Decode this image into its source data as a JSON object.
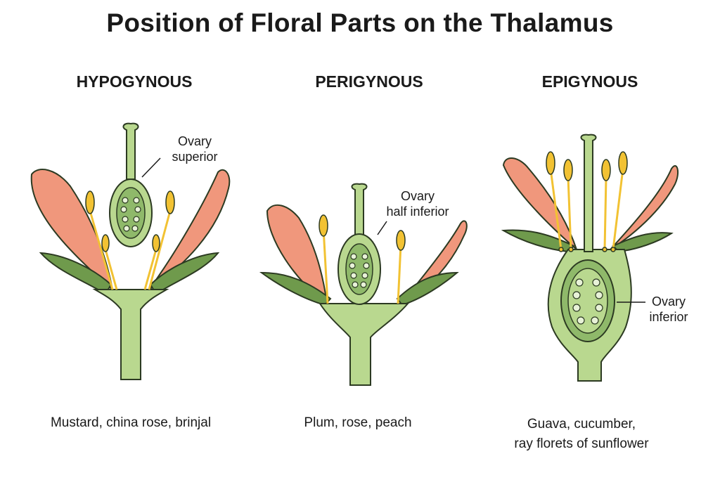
{
  "title": "Position of Floral Parts on the Thalamus",
  "panels": [
    {
      "heading": "HYPOGYNOUS",
      "ovary_label": [
        "Ovary",
        "superior"
      ],
      "examples": [
        "Mustard, china rose, brinjal"
      ]
    },
    {
      "heading": "PERIGYNOUS",
      "ovary_label": [
        "Ovary",
        "half inferior"
      ],
      "examples": [
        "Plum, rose, peach"
      ]
    },
    {
      "heading": "EPIGYNOUS",
      "ovary_label": [
        "Ovary",
        "inferior"
      ],
      "examples": [
        "Guava, cucumber,",
        "ray florets of sunflower"
      ]
    }
  ],
  "colors": {
    "petal": "#f0977c",
    "sepal": "#6f9a4c",
    "tissue": "#b9d88f",
    "ovule": "#e8f2d8",
    "stamen": "#f2c233",
    "outline": "#2c3a22"
  }
}
